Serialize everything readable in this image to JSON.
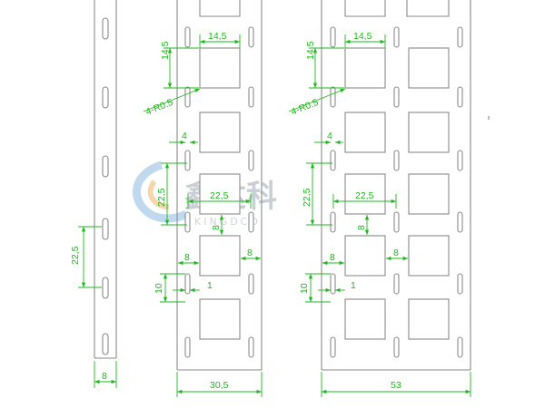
{
  "colors": {
    "outline": "#8a8a8a",
    "dimension": "#1db81d",
    "watermark": "#b9bfc7",
    "background": "#ffffff"
  },
  "watermark": {
    "brand_chinese": "鑫达科",
    "brand_latin": "KINGDCO"
  },
  "left_view": {
    "pitch_label": "22,5",
    "width_label": "8"
  },
  "middle_view": {
    "hole_width_label": "14,5",
    "hole_height_label": "14,5",
    "corner_radius_label": "4-R0.5",
    "slot_offset_label": "4",
    "pitch_vertical_label": "22,5",
    "pitch_horizontal_label": "22,5",
    "hole_gap_label": "8",
    "edge_left_label": "8",
    "edge_right_label": "8",
    "slot_length_label": "10",
    "slot_width_label": "1",
    "overall_width_label": "30,5"
  },
  "right_view": {
    "hole_width_label": "14,5",
    "hole_height_label": "14,5",
    "corner_radius_label": "4-R0.5",
    "slot_offset_label": "4",
    "pitch_vertical_label": "22,5",
    "pitch_horizontal_label": "22,5",
    "hole_gap_label": "8",
    "edge_left_label": "8",
    "edge_right_label": "8",
    "slot_length_label": "10",
    "slot_width_label": "1",
    "overall_width_label": "53"
  }
}
